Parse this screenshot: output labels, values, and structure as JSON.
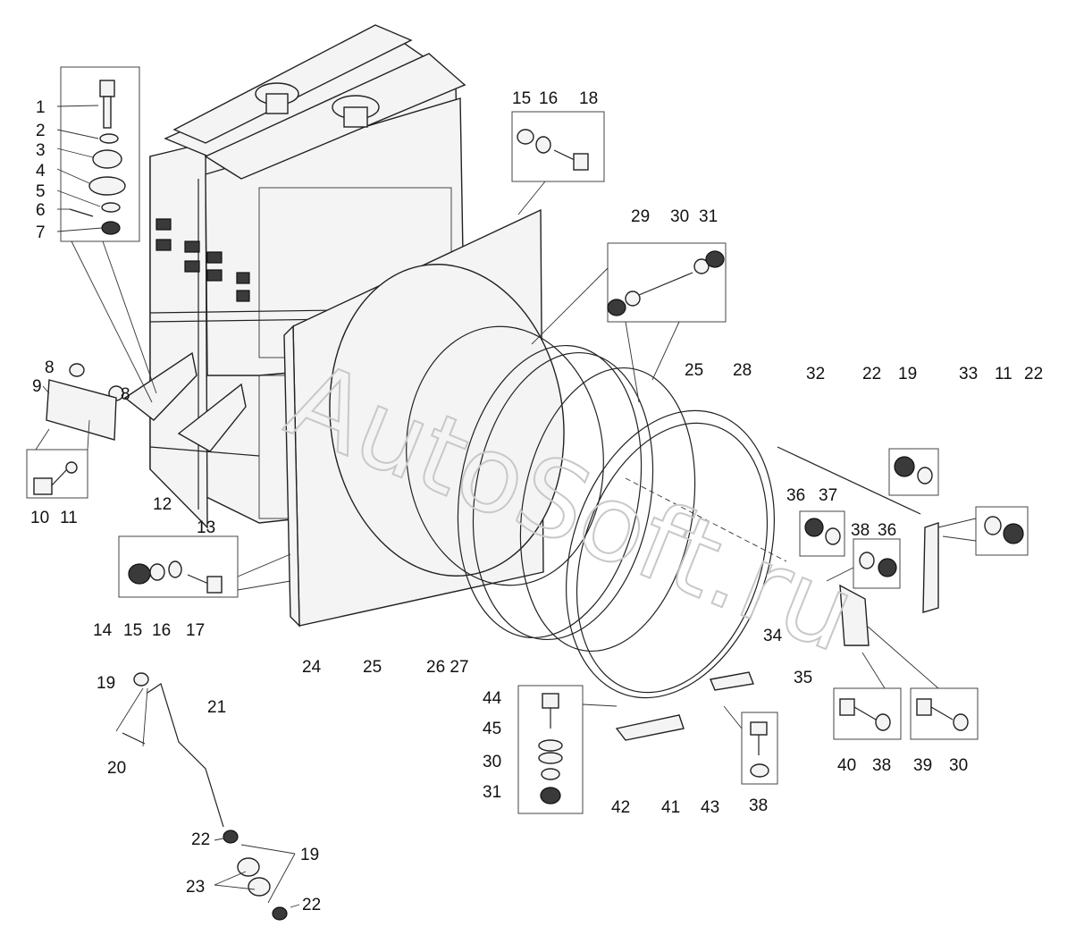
{
  "watermark": "AutoSoft.ru",
  "callouts": [
    "1",
    "2",
    "3",
    "4",
    "5",
    "6",
    "7",
    "8",
    "8",
    "9",
    "10",
    "11",
    "12",
    "13",
    "14",
    "15",
    "16",
    "17",
    "15",
    "16",
    "18",
    "19",
    "20",
    "21",
    "22",
    "23",
    "19",
    "22",
    "24",
    "25",
    "26 27",
    "25",
    "28",
    "29",
    "30",
    "31",
    "32",
    "22",
    "19",
    "33",
    "11",
    "22",
    "36",
    "37",
    "38",
    "36",
    "34",
    "35",
    "40",
    "38",
    "39",
    "30",
    "44",
    "45",
    "30",
    "31",
    "42",
    "41",
    "43",
    "38"
  ]
}
